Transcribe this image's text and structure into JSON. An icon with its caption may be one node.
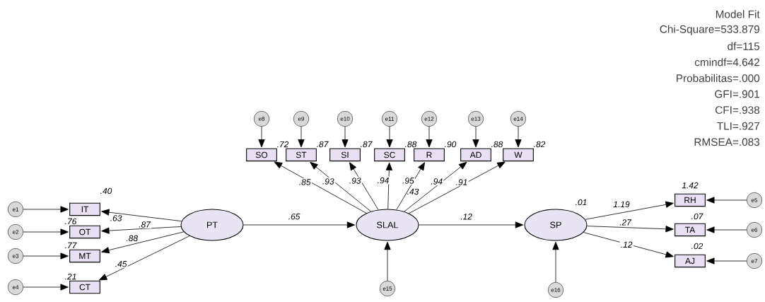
{
  "diagram": {
    "nodes": [
      {
        "text": [
          "e8"
        ]
      },
      {
        "text": [
          "e9"
        ]
      },
      {
        "text": [
          "e10"
        ]
      },
      {
        "text": [
          "e11"
        ]
      },
      {
        "text": [
          "e12"
        ]
      },
      {
        "text": [
          "e13"
        ]
      },
      {
        "text": [
          "e14"
        ]
      },
      {
        "text": [
          "SO"
        ],
        "beside": [
          ".72"
        ]
      },
      {
        "text": [
          "ST"
        ],
        "beside": [
          ".87"
        ]
      },
      {
        "text": [
          "SI"
        ],
        "beside": [
          ".87"
        ]
      },
      {
        "text": [
          "SC"
        ],
        "beside": [
          ".88"
        ]
      },
      {
        "text": [
          "R"
        ],
        "beside": [
          ".90"
        ]
      },
      {
        "text": [
          "AD"
        ],
        "beside": [
          ".88"
        ]
      },
      {
        "text": [
          "W"
        ],
        "beside": [
          ".82"
        ]
      },
      {
        "text": [
          "e1"
        ]
      },
      {
        "text": [
          "e2"
        ]
      },
      {
        "text": [
          "e3"
        ]
      },
      {
        "text": [
          "e4"
        ]
      },
      {
        "text": [
          "IT"
        ],
        "beside": [
          ".40"
        ]
      },
      {
        "text": [
          "OT"
        ],
        "beside": [
          ".76"
        ]
      },
      {
        "text": [
          "MT"
        ],
        "beside": [
          ".77"
        ]
      },
      {
        "text": [
          "CT"
        ],
        "beside": [
          ".21"
        ]
      },
      {
        "text": [
          "PT"
        ]
      },
      {
        "text": [
          "SLAL"
        ],
        "beside": [
          ".43"
        ]
      },
      {
        "text": [
          "SP"
        ],
        "beside": [
          ".01"
        ]
      },
      {
        "text": [
          "RH"
        ],
        "beside": [
          "1.42"
        ]
      },
      {
        "text": [
          "TA"
        ],
        "beside": [
          ".07"
        ]
      },
      {
        "text": [
          "AJ"
        ],
        "beside": [
          ".02"
        ]
      },
      {
        "text": [
          "e5"
        ]
      },
      {
        "text": [
          "e6"
        ]
      },
      {
        "text": [
          "e7"
        ]
      },
      {
        "text": [
          "e15"
        ]
      },
      {
        "text": [
          "e16"
        ]
      }
    ],
    "edges": [
      {
        "from": 0,
        "to": 7,
        "arrow": "to"
      },
      {
        "from": 1,
        "to": 8,
        "arrow": "to"
      },
      {
        "from": 2,
        "to": 9,
        "arrow": "to"
      },
      {
        "from": 3,
        "to": 10,
        "arrow": "to"
      },
      {
        "from": 4,
        "to": 11,
        "arrow": "to"
      },
      {
        "from": 5,
        "to": 12,
        "arrow": "to"
      },
      {
        "from": 6,
        "to": 13,
        "arrow": "to"
      },
      {
        "from": 14,
        "to": 18,
        "arrow": "to"
      },
      {
        "from": 15,
        "to": 19,
        "arrow": "to"
      },
      {
        "from": 16,
        "to": 20,
        "arrow": "to"
      },
      {
        "from": 17,
        "to": 21,
        "arrow": "to"
      },
      {
        "from": 22,
        "to": 18,
        "arrow": "to",
        "label": ".63"
      },
      {
        "from": 22,
        "to": 19,
        "arrow": "to",
        "label": ".87"
      },
      {
        "from": 22,
        "to": 20,
        "arrow": "to",
        "label": ".88"
      },
      {
        "from": 22,
        "to": 21,
        "arrow": "to",
        "label": ".45"
      },
      {
        "from": 23,
        "to": 7,
        "arrow": "to",
        "label": ".85"
      },
      {
        "from": 23,
        "to": 8,
        "arrow": "to",
        "label": ".93"
      },
      {
        "from": 23,
        "to": 9,
        "arrow": "to",
        "label": ".93"
      },
      {
        "from": 23,
        "to": 10,
        "arrow": "to",
        "label": ".94"
      },
      {
        "from": 23,
        "to": 11,
        "arrow": "to",
        "label": ".95"
      },
      {
        "from": 23,
        "to": 12,
        "arrow": "to",
        "label": ".94"
      },
      {
        "from": 23,
        "to": 13,
        "arrow": "to",
        "label": ".91"
      },
      {
        "from": 22,
        "to": 23,
        "arrow": "to",
        "label": ".65"
      },
      {
        "from": 23,
        "to": 24,
        "arrow": "to",
        "label": ".12"
      },
      {
        "from": 24,
        "to": 25,
        "arrow": "to",
        "label": "1.19"
      },
      {
        "from": 24,
        "to": 26,
        "arrow": "to",
        "label": ".27"
      },
      {
        "from": 24,
        "to": 27,
        "arrow": "to",
        "label": ".12"
      },
      {
        "from": 28,
        "to": 25,
        "arrow": "to"
      },
      {
        "from": 29,
        "to": 26,
        "arrow": "to"
      },
      {
        "from": 30,
        "to": 27,
        "arrow": "to"
      },
      {
        "from": 31,
        "to": 23,
        "arrow": "to"
      },
      {
        "from": 32,
        "to": 24,
        "arrow": "to"
      }
    ],
    "labels": [
      "Model Fit",
      "Chi-Square=533.879",
      "df=115",
      "cmindf=4.642",
      "Probabilitas=.000",
      "GFI=.901",
      "CFI=.938",
      "TLI=.927",
      "RMSEA=.083"
    ]
  }
}
